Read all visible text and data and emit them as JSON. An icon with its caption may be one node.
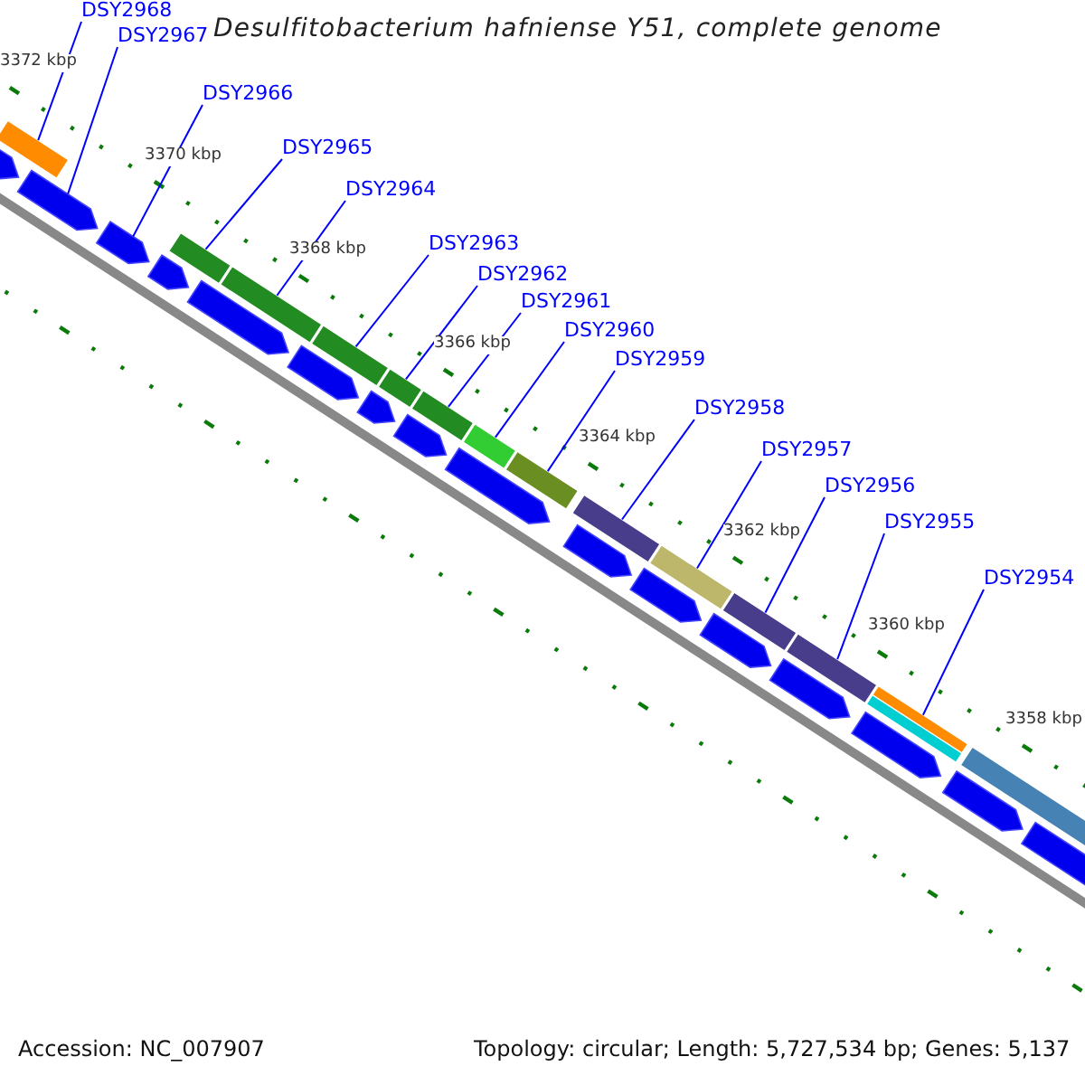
{
  "diagram": {
    "title": "Desulfitobacterium hafniense Y51, complete genome",
    "nodes": [
      {
        "text": [
          "DSY2968"
        ]
      },
      {
        "text": [
          "DSY2967"
        ]
      },
      {
        "text": [
          "DSY2966"
        ]
      },
      {
        "text": [
          "DSY2965"
        ]
      },
      {
        "text": [
          "DSY2964"
        ]
      },
      {
        "text": [
          "DSY2963"
        ]
      },
      {
        "text": [
          "DSY2962"
        ]
      },
      {
        "text": [
          "DSY2961"
        ]
      },
      {
        "text": [
          "DSY2960"
        ]
      },
      {
        "text": [
          "DSY2959"
        ]
      },
      {
        "text": [
          "DSY2958"
        ]
      },
      {
        "text": [
          "DSY2957"
        ]
      },
      {
        "text": [
          "DSY2956"
        ]
      },
      {
        "text": [
          "DSY2955"
        ]
      },
      {
        "text": [
          "DSY2954"
        ]
      },
      {
        "text": [],
        "shape": "bar"
      },
      {
        "text": [],
        "shape": "arrow"
      },
      {
        "text": [],
        "shape": "arrow"
      },
      {
        "text": [],
        "shape": "bar"
      },
      {
        "text": [],
        "shape": "bar"
      },
      {
        "text": [],
        "shape": "bar"
      },
      {
        "text": [],
        "shape": "bar"
      },
      {
        "text": [],
        "shape": "bar"
      },
      {
        "text": [],
        "shape": "bar"
      },
      {
        "text": [],
        "shape": "bar"
      },
      {
        "text": [],
        "shape": "bar"
      },
      {
        "text": [],
        "shape": "bar"
      },
      {
        "text": [],
        "shape": "bar"
      },
      {
        "text": [],
        "shape": "bar"
      },
      {
        "text": [],
        "shape": "bar"
      },
      {
        "text": [],
        "shape": "arrow"
      },
      {
        "text": [],
        "shape": "arrow"
      },
      {
        "text": [],
        "shape": "arrow"
      },
      {
        "text": [],
        "shape": "arrow"
      },
      {
        "text": [],
        "shape": "arrow"
      },
      {
        "text": [],
        "shape": "arrow"
      },
      {
        "text": [],
        "shape": "arrow"
      },
      {
        "text": [],
        "shape": "arrow"
      },
      {
        "text": [],
        "shape": "arrow"
      },
      {
        "text": [],
        "shape": "arrow"
      },
      {
        "text": [],
        "shape": "arrow"
      },
      {
        "text": [],
        "shape": "arrow"
      },
      {
        "text": [],
        "shape": "arrow"
      },
      {
        "text": [],
        "shape": "arrow"
      },
      {
        "text": [],
        "shape": "bar"
      }
    ],
    "edges": [
      {
        "from": 0,
        "to": 15,
        "arrow": "none"
      },
      {
        "from": 1,
        "to": 16,
        "arrow": "none"
      },
      {
        "from": 2,
        "to": 17,
        "arrow": "none"
      },
      {
        "from": 3,
        "to": 18,
        "arrow": "none"
      },
      {
        "from": 4,
        "to": 19,
        "arrow": "none"
      },
      {
        "from": 5,
        "to": 20,
        "arrow": "none"
      },
      {
        "from": 6,
        "to": 21,
        "arrow": "none"
      },
      {
        "from": 7,
        "to": 22,
        "arrow": "none"
      },
      {
        "from": 8,
        "to": 23,
        "arrow": "none"
      },
      {
        "from": 9,
        "to": 24,
        "arrow": "none"
      },
      {
        "from": 10,
        "to": 25,
        "arrow": "none"
      },
      {
        "from": 11,
        "to": 26,
        "arrow": "none"
      },
      {
        "from": 12,
        "to": 27,
        "arrow": "none"
      },
      {
        "from": 13,
        "to": 28,
        "arrow": "none"
      },
      {
        "from": 14,
        "to": 29,
        "arrow": "none"
      }
    ],
    "labels": [
      "3372 kbp",
      "3370 kbp",
      "3368 kbp",
      "3366 kbp",
      "3364 kbp",
      "3362 kbp",
      "3360 kbp",
      "3358 kbp",
      "Accession: NC_007907",
      "Topology: circular; Length: 5,727,534 bp; Genes: 5,137"
    ]
  }
}
